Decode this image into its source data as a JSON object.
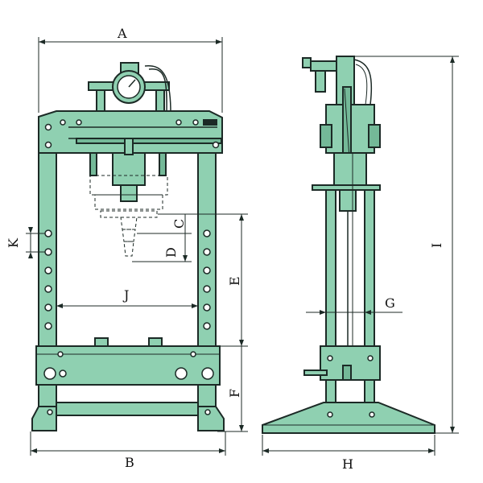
{
  "labels": {
    "A": "A",
    "B": "B",
    "C": "C",
    "D": "D",
    "E": "E",
    "F": "F",
    "G": "G",
    "H": "H",
    "I": "I",
    "J": "J",
    "K": "K"
  },
  "colors": {
    "frame": "#8fd0b1",
    "frame_dark": "#74b998",
    "outline": "#1c2a26"
  }
}
